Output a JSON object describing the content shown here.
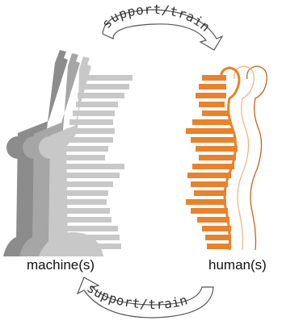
{
  "labels": {
    "top_arrow": "support/train",
    "bottom_arrow": "support/train",
    "left": "machine(s)",
    "right": "human(s)"
  },
  "colors": {
    "machine_dark": "#8c8c8c",
    "machine_mid": "#a6a6a6",
    "machine_light": "#c8c8c8",
    "human_fill": "#e8822c",
    "human_outline": "#c8621e",
    "human_outline_light": "#f0b27a",
    "arrow_stroke": "#555555"
  },
  "icons": {
    "machine": "robot-silhouette-icon",
    "human": "human-silhouette-icon",
    "cycle": "curved-arrow-icon"
  }
}
